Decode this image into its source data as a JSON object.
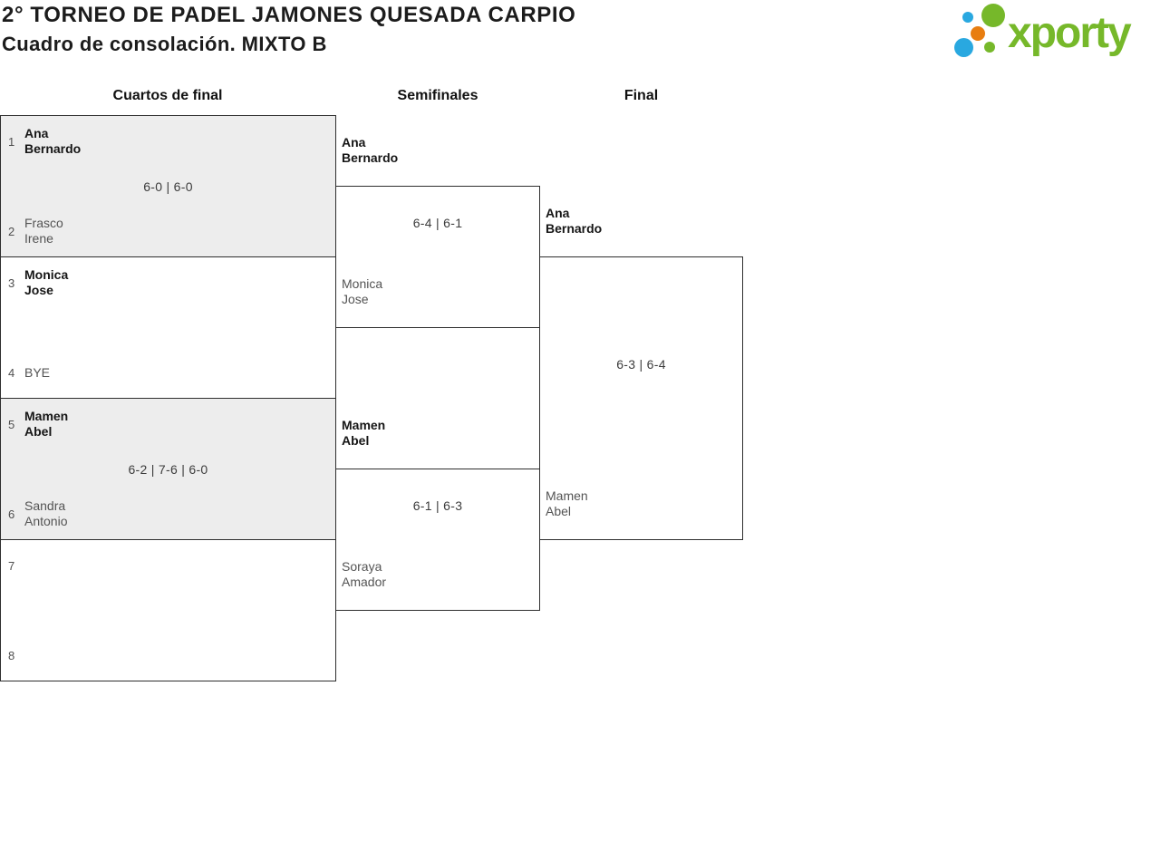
{
  "header": {
    "title": "2° TORNEO DE PADEL JAMONES QUESADA CARPIO",
    "subtitle": "Cuadro de consolación. MIXTO B",
    "logo": {
      "brand": "xporty",
      "colors": {
        "green": "#76b82a",
        "blue": "#29a8e0",
        "orange": "#e87d10"
      }
    }
  },
  "colors": {
    "shaded_box_bg": "#ededed",
    "box_border": "#2e2e2e",
    "winner_text": "#161616",
    "loser_text": "#545454",
    "score_text": "#3c3c3c"
  },
  "rounds": [
    {
      "label": "Cuartos de final"
    },
    {
      "label": "Semifinales"
    },
    {
      "label": "Final"
    }
  ],
  "quarterfinals": [
    {
      "seed_top": "1",
      "top": [
        "Ana",
        "Bernardo"
      ],
      "seed_bottom": "2",
      "bottom": [
        "Frasco",
        "Irene"
      ],
      "winner": "top",
      "score": "6-0 | 6-0"
    },
    {
      "seed_top": "3",
      "top": [
        "Monica",
        "Jose"
      ],
      "seed_bottom": "4",
      "bottom": [
        "BYE"
      ],
      "winner": "top",
      "score": ""
    },
    {
      "seed_top": "5",
      "top": [
        "Mamen",
        "Abel"
      ],
      "seed_bottom": "6",
      "bottom": [
        "Sandra",
        "Antonio"
      ],
      "winner": "top",
      "score": "6-2 | 7-6 | 6-0"
    },
    {
      "seed_top": "7",
      "top": [],
      "seed_bottom": "8",
      "bottom": [],
      "winner": "",
      "score": ""
    }
  ],
  "semifinals": [
    {
      "top": [
        "Ana",
        "Bernardo"
      ],
      "bottom": [
        "Monica",
        "Jose"
      ],
      "winner": "top",
      "score": "6-4 | 6-1"
    },
    {
      "top": [
        "Mamen",
        "Abel"
      ],
      "bottom": [
        "Soraya",
        "Amador"
      ],
      "winner": "top",
      "score": "6-1 | 6-3"
    }
  ],
  "final": {
    "top": [
      "Ana",
      "Bernardo"
    ],
    "bottom": [
      "Mamen",
      "Abel"
    ],
    "winner": "top",
    "score": "6-3 | 6-4"
  }
}
